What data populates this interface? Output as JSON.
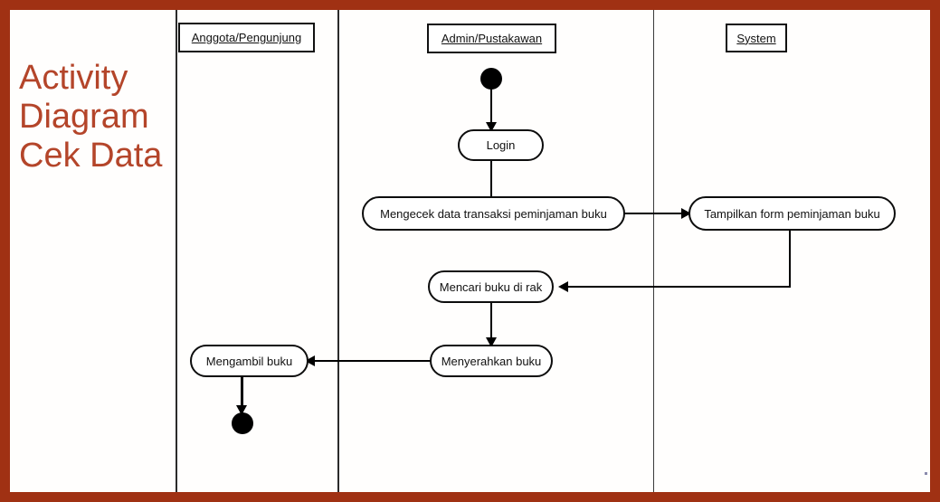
{
  "title": {
    "line1": "Activity",
    "line2": "Diagram",
    "line3": "Cek Data",
    "color": "#b4452a"
  },
  "frame": {
    "border_color": "#a03113"
  },
  "diagram": {
    "type": "uml-activity-diagram",
    "lanes": [
      {
        "id": "lane-anggota",
        "label": "Anggota/Pengunjung"
      },
      {
        "id": "lane-admin",
        "label": "Admin/Pustakawan"
      },
      {
        "id": "lane-system",
        "label": "System"
      }
    ],
    "nodes": [
      {
        "id": "start",
        "kind": "initial-node",
        "lane": "lane-admin",
        "label": ""
      },
      {
        "id": "login",
        "kind": "activity",
        "lane": "lane-admin",
        "label": "Login"
      },
      {
        "id": "cek",
        "kind": "activity",
        "lane": "lane-admin",
        "label": "Mengecek data transaksi peminjaman buku"
      },
      {
        "id": "tampil",
        "kind": "activity",
        "lane": "lane-system",
        "label": "Tampilkan form peminjaman buku"
      },
      {
        "id": "cari",
        "kind": "activity",
        "lane": "lane-admin",
        "label": "Mencari buku di rak"
      },
      {
        "id": "serah",
        "kind": "activity",
        "lane": "lane-admin",
        "label": "Menyerahkan buku"
      },
      {
        "id": "ambil",
        "kind": "activity",
        "lane": "lane-anggota",
        "label": "Mengambil buku"
      },
      {
        "id": "end",
        "kind": "final-node",
        "lane": "lane-anggota",
        "label": ""
      }
    ],
    "edges": [
      {
        "from": "start",
        "to": "login",
        "direction": "down"
      },
      {
        "from": "login",
        "to": "cek",
        "direction": "down"
      },
      {
        "from": "cek",
        "to": "tampil",
        "direction": "right"
      },
      {
        "from": "tampil",
        "to": "cari",
        "direction": "down-then-left"
      },
      {
        "from": "cari",
        "to": "serah",
        "direction": "down"
      },
      {
        "from": "serah",
        "to": "ambil",
        "direction": "left"
      },
      {
        "from": "ambil",
        "to": "end",
        "direction": "down"
      }
    ]
  }
}
